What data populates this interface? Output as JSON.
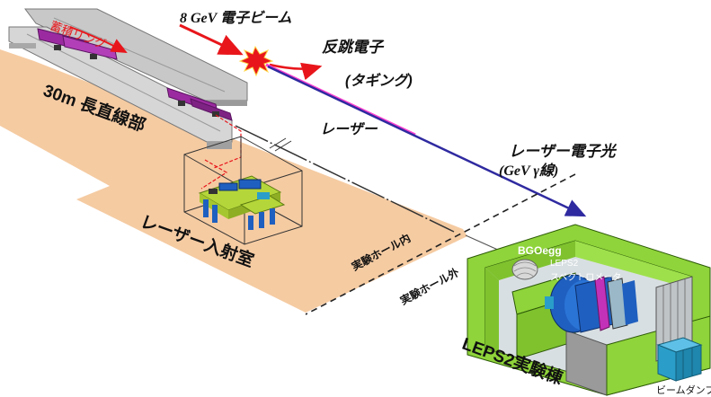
{
  "labels": {
    "beam": "8 GeV 電子ビーム",
    "ring": "蓄積リング",
    "recoil": "反跳電子",
    "tagging": "(タギング)",
    "straight": "30m 長直線部",
    "laser": "レーザー",
    "photon": "レーザー電子光",
    "photon_sub": "(GeV γ線)",
    "laser_room": "レーザー入射室",
    "hall_in": "実験ホール内",
    "hall_out": "実験ホール外",
    "bgoegg": "BGOegg",
    "leps2_spec_1": "LEPS2",
    "leps2_spec_2": "スペクトロメータ",
    "building": "LEPS2実験棟",
    "dump": "ビームダンプ"
  },
  "colors": {
    "floor": "#f5cba2",
    "wall": "#8fd43a",
    "beam": "#e8161b",
    "laser": "#ff3fd0",
    "photon": "#2f2aa0",
    "magnet": "#9b2aa0",
    "detector_blue": "#1f5fbf",
    "dump": "#2a9ec9"
  }
}
